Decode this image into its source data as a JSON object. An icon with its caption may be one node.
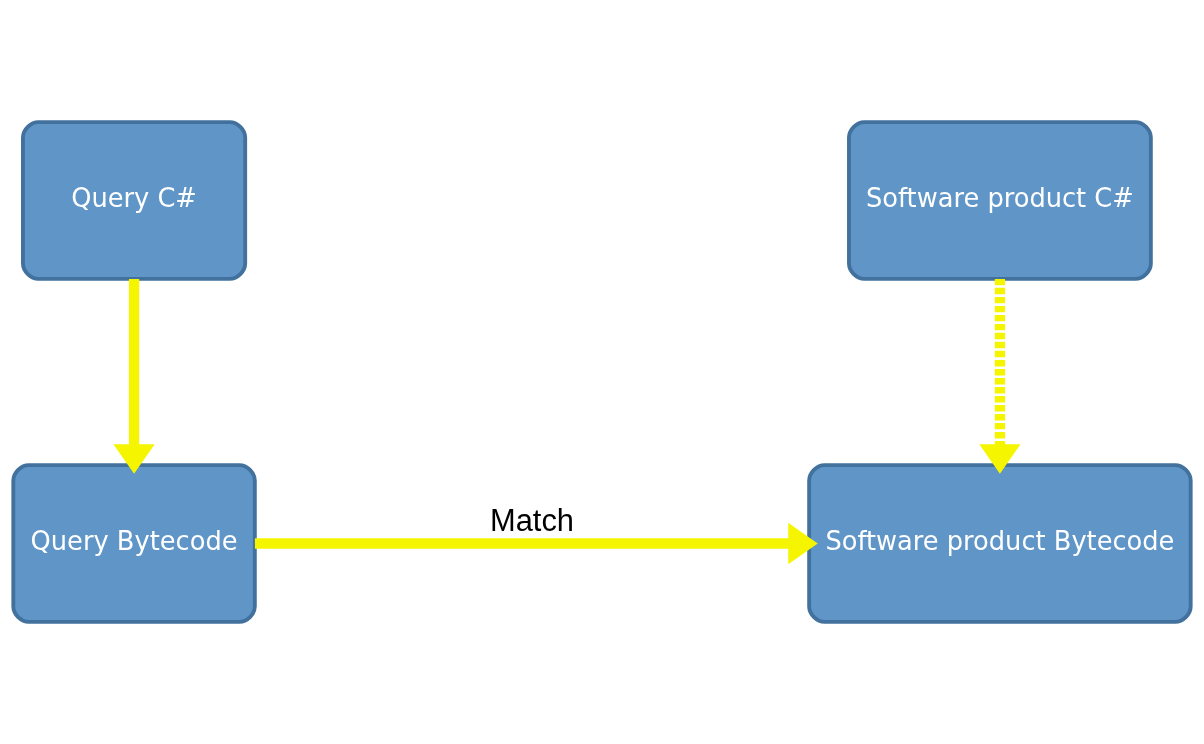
{
  "diagram": {
    "nodes": [
      {
        "text": [
          "Query C#"
        ]
      },
      {
        "text": [
          "Software product C#"
        ]
      },
      {
        "text": [
          "Query Bytecode"
        ]
      },
      {
        "text": [
          "Software product Bytecode"
        ]
      }
    ],
    "edges": [
      {
        "from": 0,
        "to": 2,
        "arrow": "to"
      },
      {
        "from": 1,
        "to": 3,
        "arrow": "to",
        "style": "dashed"
      },
      {
        "from": 2,
        "to": 3,
        "arrow": "to",
        "label": "Match"
      }
    ]
  }
}
